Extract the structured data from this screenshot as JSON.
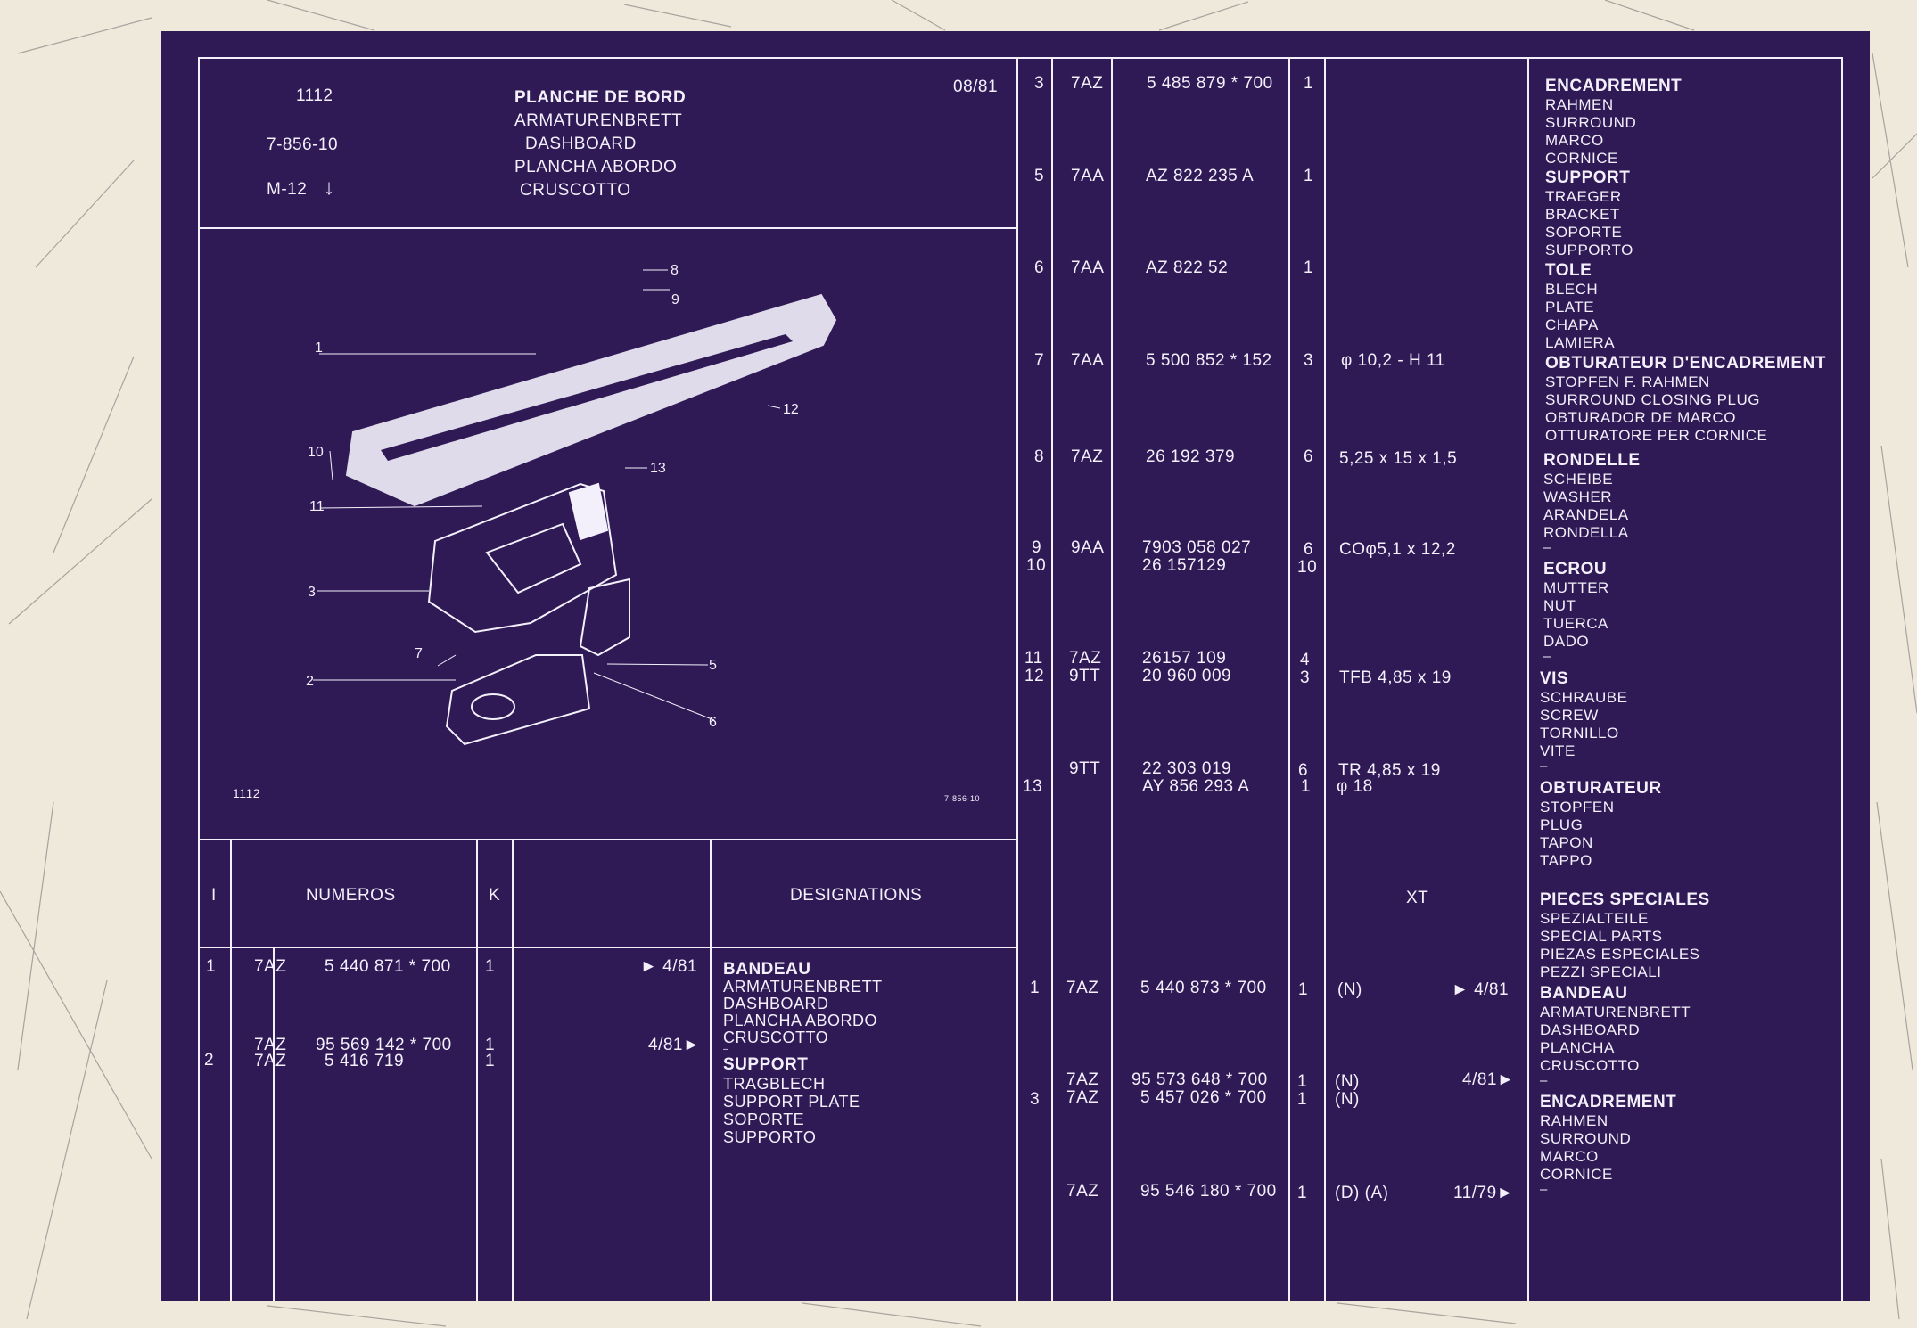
{
  "header": {
    "model": "1112",
    "drawing_ref": "7-856-10",
    "grid_ref": "M-12",
    "arrow": "↓",
    "date": "08/81",
    "titles": [
      "PLANCHE DE BORD",
      "ARMATURENBRETT",
      "DASHBOARD",
      "PLANCHA ABORDO",
      "CRUSCOTTO"
    ]
  },
  "drawing": {
    "model_label": "1112",
    "ref_label": "7-856-10",
    "callouts": [
      "1",
      "2",
      "3",
      "6",
      "5",
      "7",
      "8",
      "9",
      "10",
      "11",
      "12",
      "13"
    ]
  },
  "table_header": {
    "i": "I",
    "numeros": "NUMEROS",
    "k": "K",
    "designations": "DESIGNATIONS",
    "xt": "XT"
  },
  "left_rows": [
    {
      "i": "1",
      "prefix": "7AZ",
      "number": "5 440 871 * 700",
      "qty": "1",
      "date": "► 4/81",
      "names": [
        "BANDEAU",
        "ARMATURENBRETT",
        "DASHBOARD",
        "PLANCHA ABORDO",
        "CRUSCOTTO",
        "–"
      ]
    },
    {
      "i": "2",
      "prefix": "7AZ",
      "number": "95 569 142 * 700",
      "qty": "1",
      "date": "4/81►",
      "names": [
        "SUPPORT",
        "TRAGBLECH",
        "SUPPORT PLATE",
        "SOPORTE",
        "SUPPORTO"
      ]
    },
    {
      "i": "",
      "prefix": "7AZ",
      "number": "5 416 719",
      "qty": "1",
      "date": "",
      "names": []
    }
  ],
  "right_rows": [
    {
      "i": "3",
      "prefix": "7AZ",
      "number": "5 485 879 * 700",
      "qty": "1",
      "spec": ""
    },
    {
      "i": "5",
      "prefix": "7AA",
      "number": "AZ 822 235 A",
      "qty": "1",
      "spec": ""
    },
    {
      "i": "6",
      "prefix": "7AA",
      "number": "AZ 822 52",
      "qty": "1",
      "spec": ""
    },
    {
      "i": "7",
      "prefix": "7AA",
      "number": "5 500 852 * 152",
      "qty": "3",
      "spec": "φ 10,2 - H 11"
    },
    {
      "i": "8",
      "prefix": "7AZ",
      "number": "26 192 379",
      "qty": "6",
      "spec": "5,25 x 15 x 1,5"
    },
    {
      "i": "9",
      "prefix": "9AA",
      "number": "7903 058 027",
      "qty": "6",
      "spec": "COφ5,1 x 12,2"
    },
    {
      "i": "10",
      "prefix": "",
      "number": "26 157129",
      "qty": "10",
      "spec": ""
    },
    {
      "i": "11",
      "prefix": "7AZ",
      "number": "26157 109",
      "qty": "4",
      "spec": ""
    },
    {
      "i": "12",
      "prefix": "9TT",
      "number": "20 960 009",
      "qty": "3",
      "spec": "TFB 4,85 x 19"
    },
    {
      "i": "",
      "prefix": "9TT",
      "number": "22 303 019",
      "qty": "6",
      "spec": "TR 4,85 x 19"
    },
    {
      "i": "13",
      "prefix": "",
      "number": "AY 856 293 A",
      "qty": "1",
      "spec": "φ 18"
    }
  ],
  "special_rows": [
    {
      "i": "1",
      "prefix": "7AZ",
      "number": "5 440 873 * 700",
      "qty": "1",
      "code": "(N)",
      "date": "► 4/81"
    },
    {
      "i": "",
      "prefix": "7AZ",
      "number": "95 573 648 * 700",
      "qty": "1",
      "code": "(N)",
      "date": "4/81►"
    },
    {
      "i": "3",
      "prefix": "7AZ",
      "number": "5 457 026 * 700",
      "qty": "1",
      "code": "(N)",
      "date": ""
    },
    {
      "i": "",
      "prefix": "7AZ",
      "number": "95 546 180 * 700",
      "qty": "1",
      "code": "(D) (A)",
      "date": "11/79►"
    }
  ],
  "designation_groups": [
    [
      "ENCADREMENT",
      "RAHMEN",
      "SURROUND",
      "MARCO",
      "CORNICE"
    ],
    [
      "SUPPORT",
      "TRAEGER",
      "BRACKET",
      "SOPORTE",
      "SUPPORTO"
    ],
    [
      "TOLE",
      "BLECH",
      "PLATE",
      "CHAPA",
      "LAMIERA"
    ],
    [
      "OBTURATEUR D'ENCADREMENT",
      "STOPFEN F. RAHMEN",
      "SURROUND CLOSING PLUG",
      "OBTURADOR DE MARCO",
      "OTTURATORE PER CORNICE"
    ],
    [
      "RONDELLE",
      "SCHEIBE",
      "WASHER",
      "ARANDELA",
      "RONDELLA",
      "–"
    ],
    [
      "ECROU",
      "MUTTER",
      "NUT",
      "TUERCA",
      "DADO",
      "–"
    ],
    [
      "VIS",
      "SCHRAUBE",
      "SCREW",
      "TORNILLO",
      "VITE",
      "–"
    ],
    [
      "OBTURATEUR",
      "STOPFEN",
      "PLUG",
      "TAPON",
      "TAPPO"
    ],
    [
      "PIECES SPECIALES",
      "SPEZIALTEILE",
      "SPECIAL PARTS",
      "PIEZAS ESPECIALES",
      "PEZZI SPECIALI"
    ],
    [
      "BANDEAU",
      "ARMATURENBRETT",
      "DASHBOARD",
      "PLANCHA",
      "CRUSCOTTO",
      "–"
    ],
    [
      "ENCADREMENT",
      "RAHMEN",
      "SURROUND",
      "MARCO",
      "CORNICE",
      "–"
    ]
  ],
  "colors": {
    "sheet": "#2f1a56",
    "ink": "#f3f0fb",
    "paper": "#efe9dc"
  }
}
